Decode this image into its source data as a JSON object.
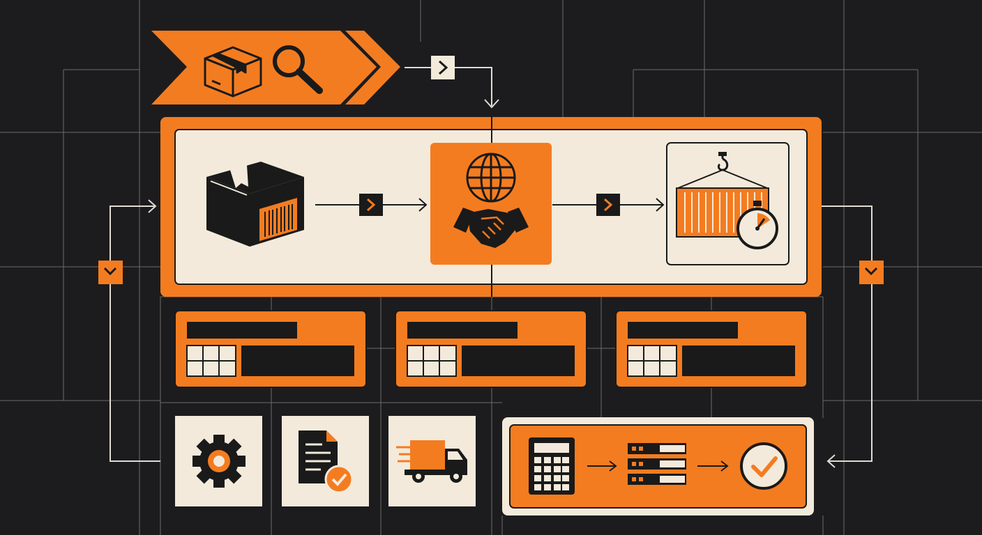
{
  "palette": {
    "background": "#1c1c1e",
    "accent": "#f47c20",
    "cream": "#f3eadb",
    "ink": "#1a1a1a",
    "grid_line": "#8a8680"
  },
  "header": {
    "icons": [
      "package-icon",
      "magnifier-icon"
    ],
    "chevron": "double-chevron-right-icon"
  },
  "main_flow": {
    "steps": [
      "shipping-box-barcode-icon",
      "globe-handshake-icon",
      "container-crane-stopwatch-icon"
    ],
    "connectors": [
      "chevron-right-icon",
      "chevron-right-icon"
    ]
  },
  "data_cards": [
    {
      "icons": [
        "title-bar",
        "table-grid-icon",
        "value-bar"
      ]
    },
    {
      "icons": [
        "title-bar",
        "table-grid-icon",
        "value-bar"
      ]
    },
    {
      "icons": [
        "title-bar",
        "table-grid-icon",
        "value-bar"
      ]
    }
  ],
  "bottom_tiles": [
    "gear-icon",
    "document-check-icon",
    "delivery-truck-icon"
  ],
  "process_panel": {
    "steps": [
      "calculator-icon",
      "server-rack-icon",
      "check-circle-icon"
    ]
  },
  "side_toggles": [
    "chevron-down-icon",
    "chevron-down-icon"
  ]
}
